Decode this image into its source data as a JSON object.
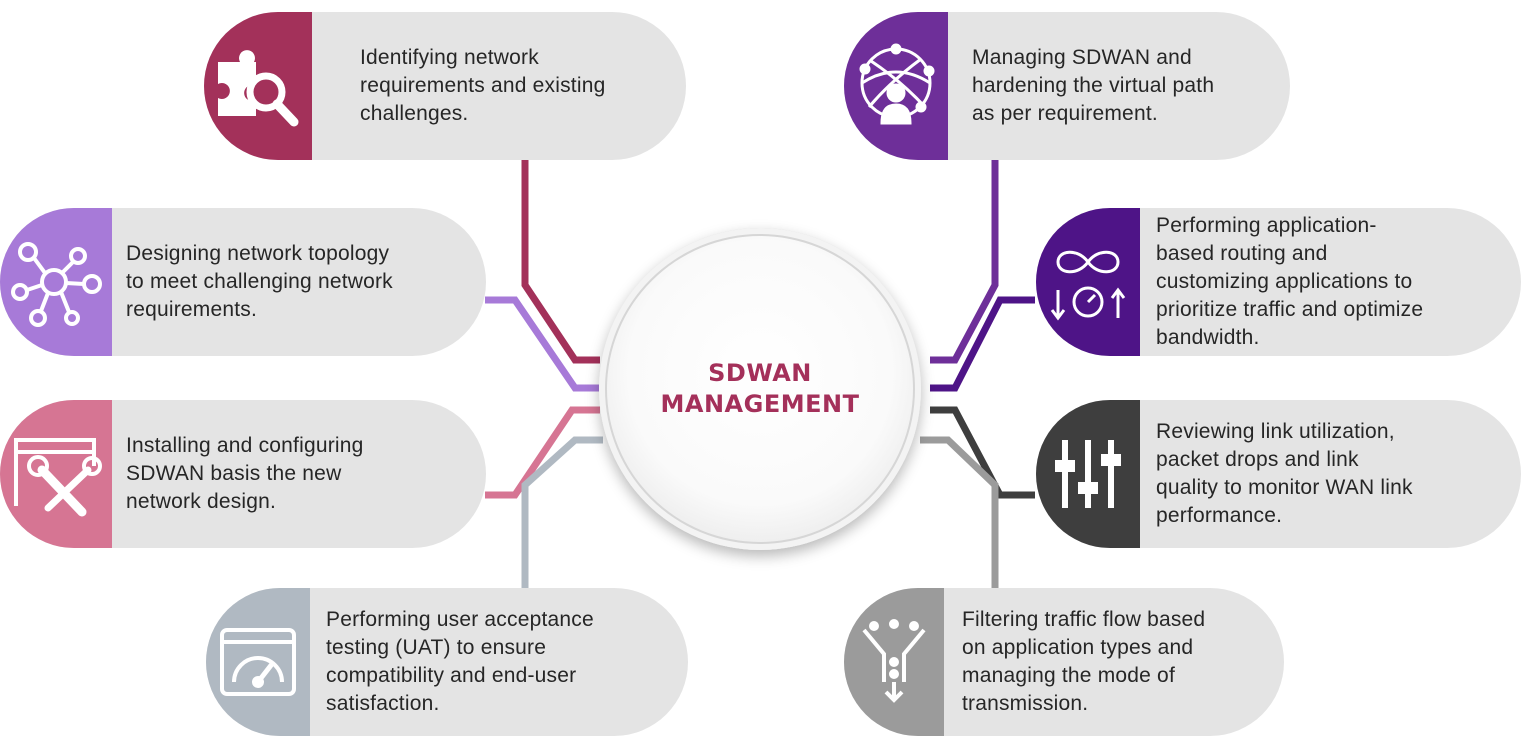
{
  "center": {
    "line1": "SDWAN",
    "line2": "MANAGEMENT",
    "color": "#a4305a"
  },
  "steps": [
    {
      "text": "Identifying network\nrequirements and existing\nchallenges.",
      "icon": "puzzle-search-icon",
      "color": "#a3315a"
    },
    {
      "text": "Designing network topology\nto meet challenging network\nrequirements.",
      "icon": "network-nodes-icon",
      "color": "#a77ad8"
    },
    {
      "text": "Installing and configuring\nSDWAN basis the new\nnetwork design.",
      "icon": "tools-window-icon",
      "color": "#d67593"
    },
    {
      "text": "Performing user acceptance\ntesting (UAT) to ensure\ncompatibility and end-user\nsatisfaction.",
      "icon": "speed-gauge-icon",
      "color": "#b0b9c2"
    },
    {
      "text": "Managing SDWAN and\nhardening the virtual path\nas per requirement.",
      "icon": "globe-network-user-icon",
      "color": "#6e2f99"
    },
    {
      "text": "Performing application-\nbased routing and\ncustomizing applications to\nprioritize traffic and optimize\nbandwidth.",
      "icon": "infinity-routing-icon",
      "color": "#4e1487"
    },
    {
      "text": "Reviewing link utilization,\npacket drops and link\nquality to monitor WAN link\nperformance.",
      "icon": "equalizer-sliders-icon",
      "color": "#3e3e3e"
    },
    {
      "text": "Filtering traffic flow based\non application types and\nmanaging the mode of\ntransmission.",
      "icon": "traffic-filter-icon",
      "color": "#9b9b9b"
    }
  ]
}
